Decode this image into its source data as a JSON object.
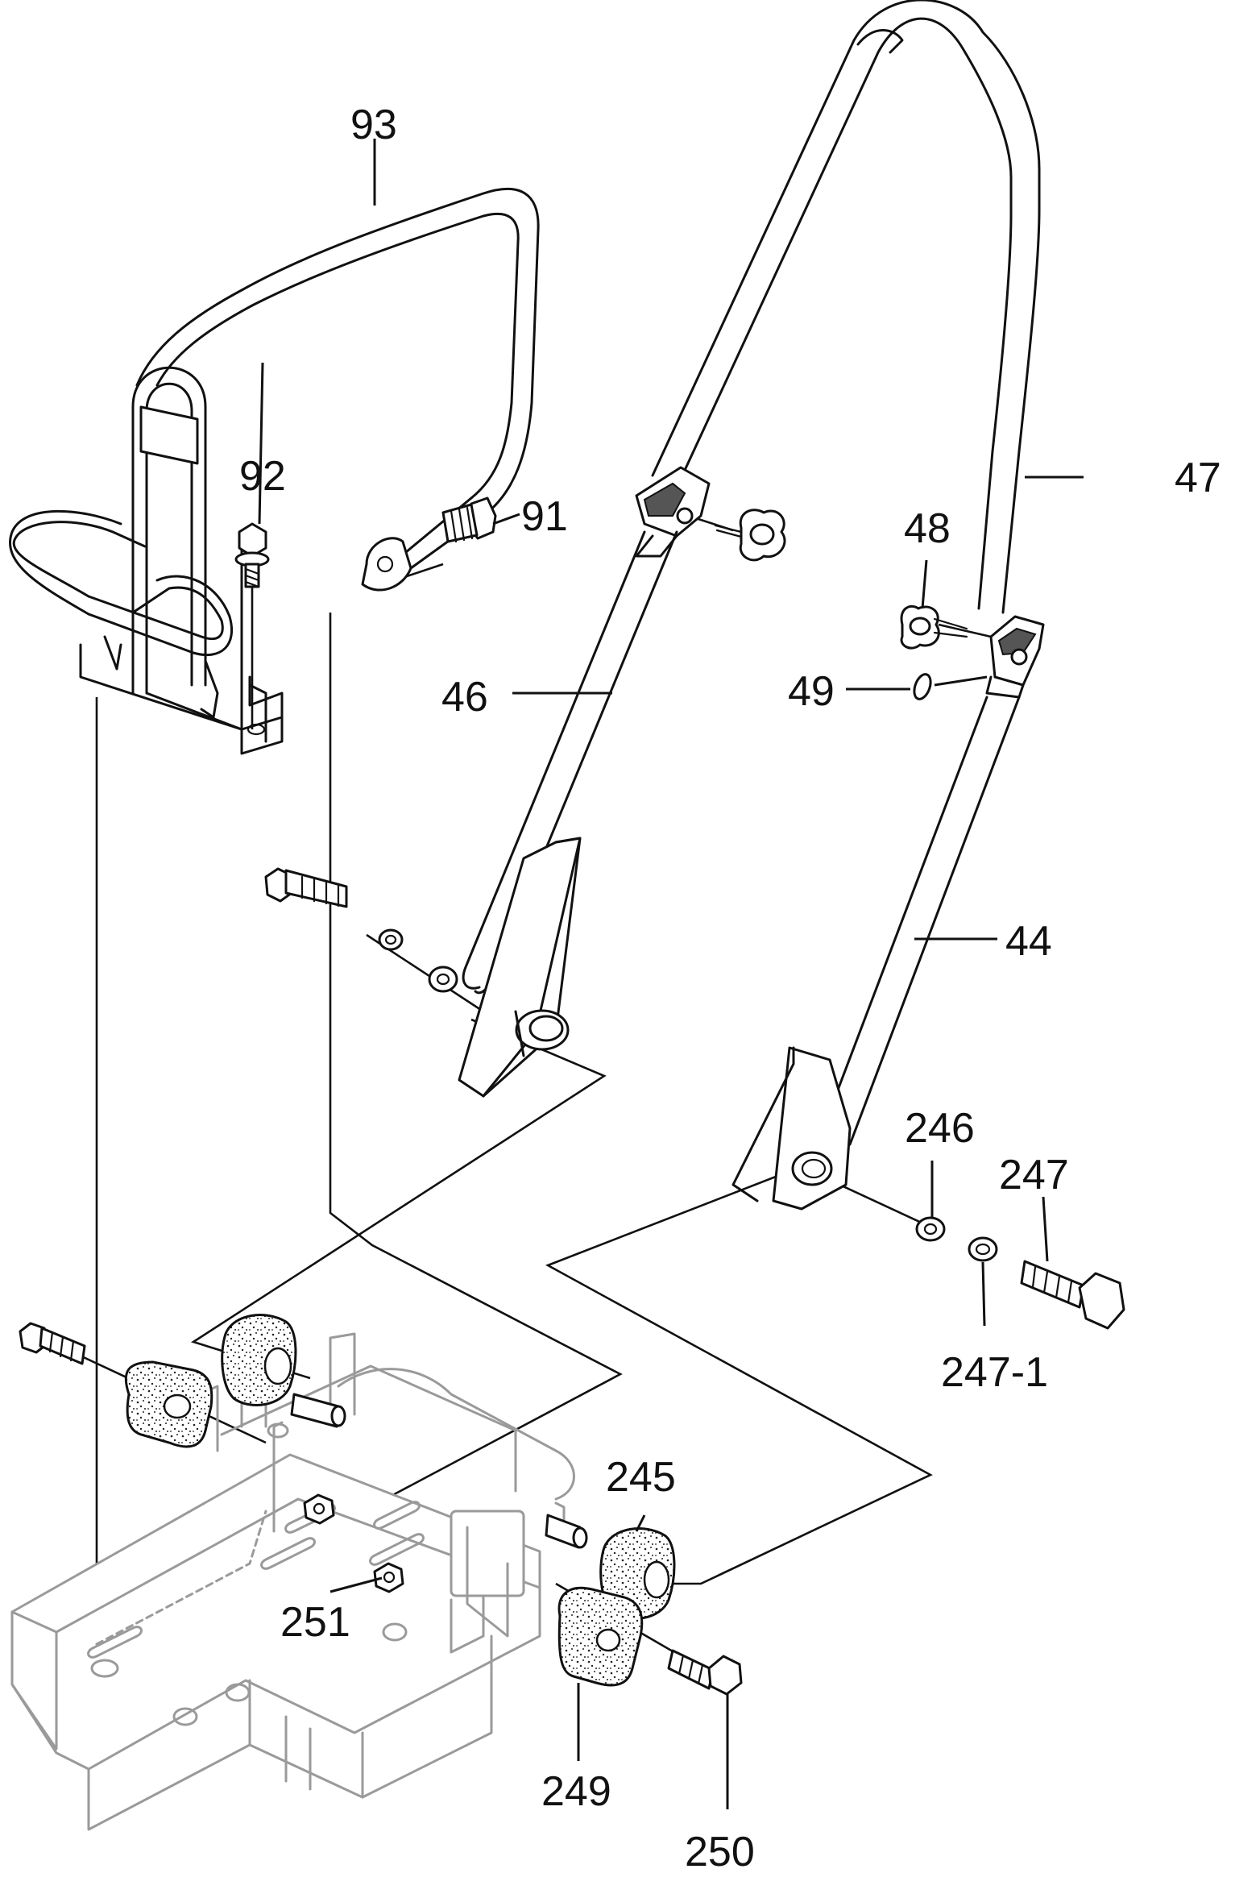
{
  "callouts": [
    {
      "id": "93",
      "text": "93"
    },
    {
      "id": "92",
      "text": "92"
    },
    {
      "id": "91",
      "text": "91"
    },
    {
      "id": "47",
      "text": "47"
    },
    {
      "id": "48",
      "text": "48"
    },
    {
      "id": "46",
      "text": "46"
    },
    {
      "id": "49",
      "text": "49"
    },
    {
      "id": "44",
      "text": "44"
    },
    {
      "id": "246",
      "text": "246"
    },
    {
      "id": "247",
      "text": "247"
    },
    {
      "id": "247-1",
      "text": "247-1"
    },
    {
      "id": "245",
      "text": "245"
    },
    {
      "id": "251",
      "text": "251"
    },
    {
      "id": "249",
      "text": "249"
    },
    {
      "id": "250",
      "text": "250"
    }
  ],
  "colors": {
    "ink": "#111111",
    "base_plate": "#9a9a9a",
    "background": "#ffffff"
  }
}
